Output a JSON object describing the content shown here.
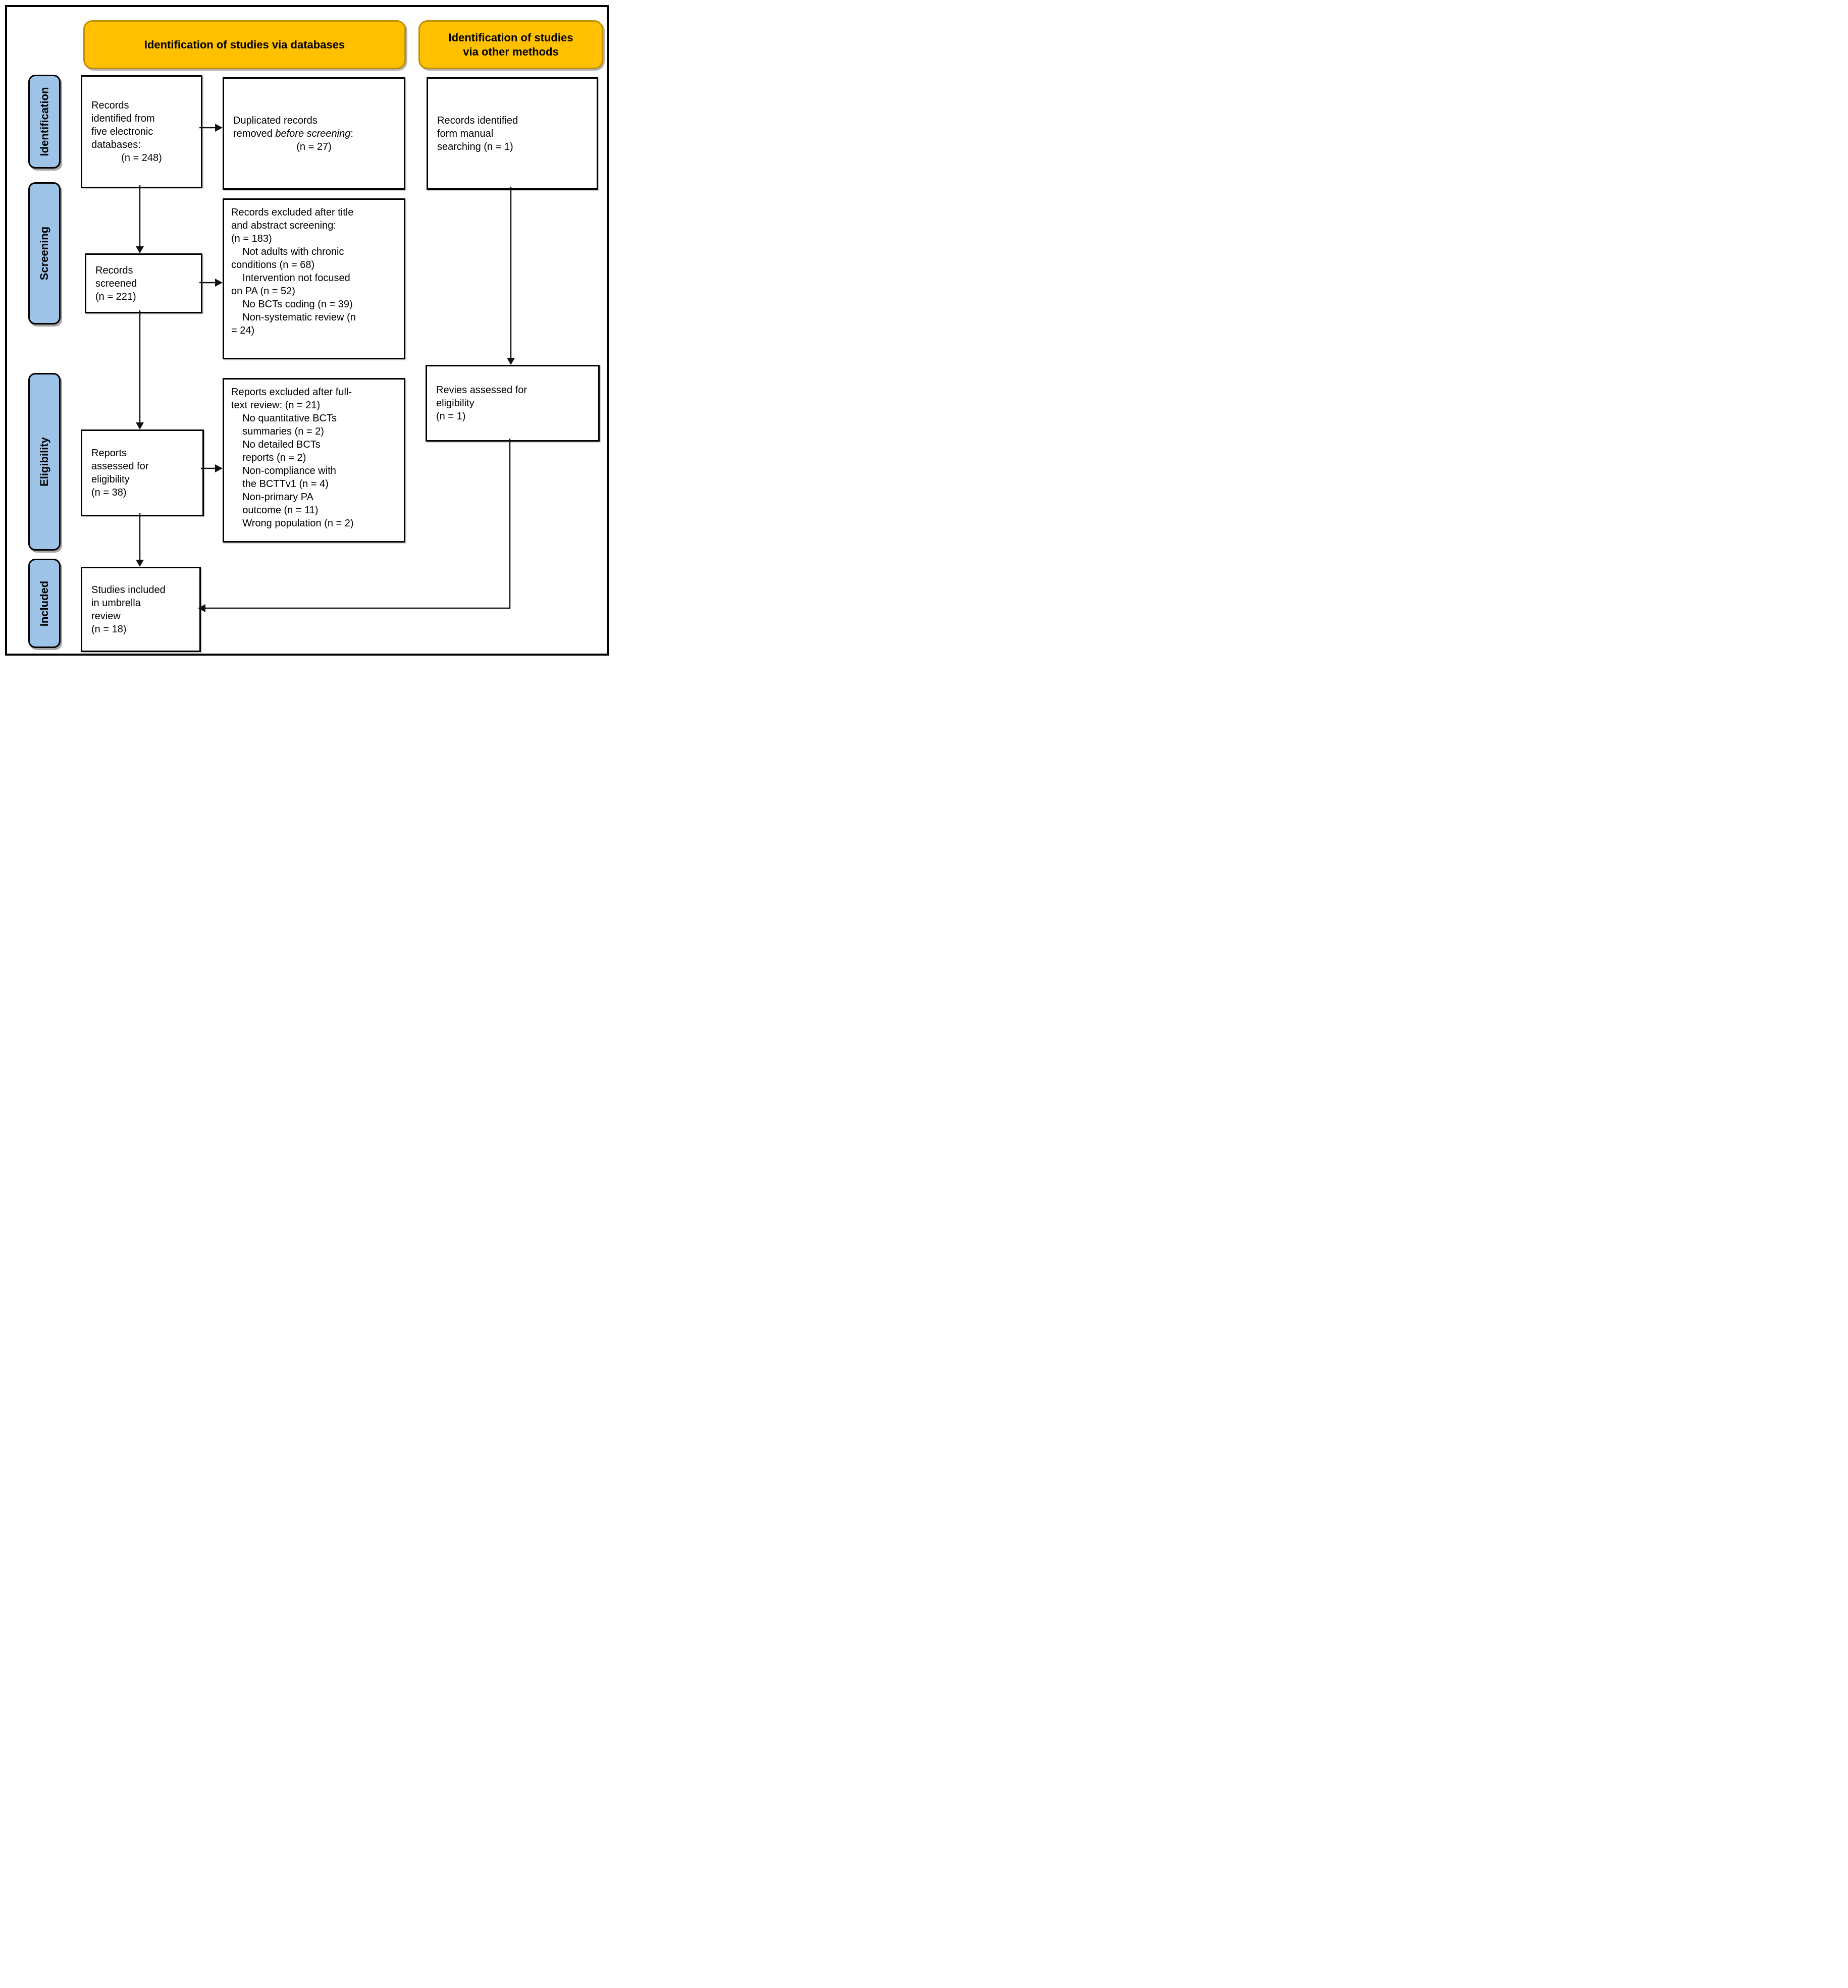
{
  "headers": {
    "databases_label": "Identification of studies via databases",
    "other_methods_label": "Identification of studies\nvia other methods"
  },
  "stages": {
    "identification": "Identification",
    "screening": "Screening",
    "eligibility": "Eligibility",
    "included": "Included"
  },
  "boxes": {
    "records_identified": {
      "text": "Records\nidentified from\nfive electronic\ndatabases:",
      "n": "(n = 248)"
    },
    "duplicates_removed": {
      "text_before": "Duplicated records\nremoved ",
      "emphasis": "before screening",
      "text_after": ":",
      "n": "(n = 27)"
    },
    "manual_search": {
      "text": "Records identified\nform manual\nsearching (n = 1)"
    },
    "records_screened": {
      "text": "Records\nscreened\n(n = 221)"
    },
    "records_excluded": {
      "text": "Records excluded after title\nand abstract screening:\n(n = 183)\n    Not adults with chronic\nconditions (n = 68)\n    Intervention not focused\non PA (n = 52)\n    No BCTs coding (n = 39)\n    Non-systematic review (n\n= 24)"
    },
    "reports_assessed": {
      "text": "Reports\nassessed for\neligibility\n(n = 38)"
    },
    "reports_excluded": {
      "text": "Reports excluded after full-\ntext review: (n = 21)\n    No quantitative BCTs\n    summaries (n = 2)\n    No detailed BCTs\n    reports (n = 2)\n    Non-compliance with\n    the BCTTv1 (n = 4)\n    Non-primary PA\n    outcome (n = 11)\n    Wrong population (n = 2)"
    },
    "reviews_assessed": {
      "text": "Revies assessed for\neligibility\n(n = 1)"
    },
    "studies_included": {
      "text": "Studies included\nin umbrella\nreview\n(n = 18)"
    }
  },
  "colors": {
    "header_fill": "#FFC000",
    "header_border": "#BF9000",
    "stage_fill": "#9DC3E6",
    "box_border": "#000000"
  }
}
